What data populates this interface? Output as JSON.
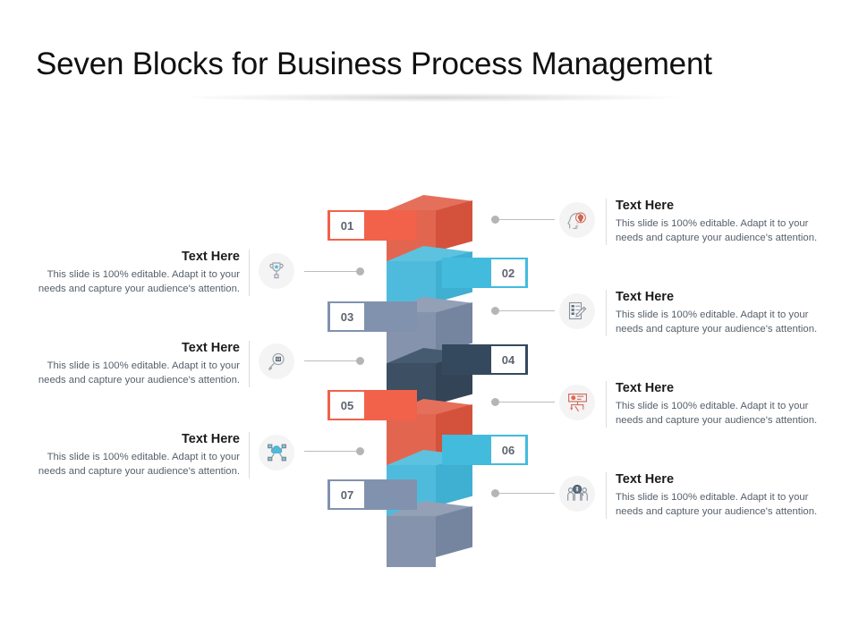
{
  "slide": {
    "title": "Seven Blocks for Business Process Management",
    "background": "#ffffff"
  },
  "colors": {
    "coral": "#E2664F",
    "coral_top": "#E4705B",
    "coral_side": "#D4523C",
    "cyan": "#4FBBDC",
    "cyan_top": "#5CC2DF",
    "cyan_side": "#3FAFD2",
    "slate": "#8593AD",
    "slate_top": "#93A0B6",
    "slate_side": "#76859F",
    "navy": "#3C4F63",
    "navy_top": "#465A70",
    "navy_side": "#334457",
    "chip_text": "#5d6470",
    "connector": "#bdbdbd",
    "dot": "#b5b5b5",
    "heading": "#1c1c1c",
    "body_text": "#56606b"
  },
  "blocks": [
    {
      "number": "01",
      "side": "left",
      "color_key": "coral"
    },
    {
      "number": "02",
      "side": "right",
      "color_key": "cyan"
    },
    {
      "number": "03",
      "side": "left",
      "color_key": "slate"
    },
    {
      "number": "04",
      "side": "right",
      "color_key": "navy"
    },
    {
      "number": "05",
      "side": "left",
      "color_key": "coral"
    },
    {
      "number": "06",
      "side": "right",
      "color_key": "cyan"
    },
    {
      "number": "07",
      "side": "left",
      "color_key": "slate"
    }
  ],
  "left_items": [
    {
      "heading": "Text Here",
      "body": "This slide is 100% editable. Adapt it to your needs and capture your audience's attention.",
      "icon": "trophy-icon"
    },
    {
      "heading": "Text Here",
      "body": "This slide is 100% editable. Adapt it to your needs and capture your audience's attention.",
      "icon": "magnifier-icon"
    },
    {
      "heading": "Text Here",
      "body": "This slide is 100% editable. Adapt it to your needs and capture your audience's attention.",
      "icon": "cloud-network-icon"
    }
  ],
  "right_items": [
    {
      "heading": "Text Here",
      "body": "This slide is 100% editable. Adapt it to your needs and capture your audience's attention.",
      "icon": "head-lightbulb-icon"
    },
    {
      "heading": "Text Here",
      "body": "This slide is 100% editable. Adapt it to your needs and capture your audience's attention.",
      "icon": "clipboard-pen-icon"
    },
    {
      "heading": "Text Here",
      "body": "This slide is 100% editable. Adapt it to your needs and capture your audience's attention.",
      "icon": "flowchart-icon"
    },
    {
      "heading": "Text Here",
      "body": "This slide is 100% editable. Adapt it to your needs and capture your audience's attention.",
      "icon": "team-analysis-icon"
    }
  ]
}
